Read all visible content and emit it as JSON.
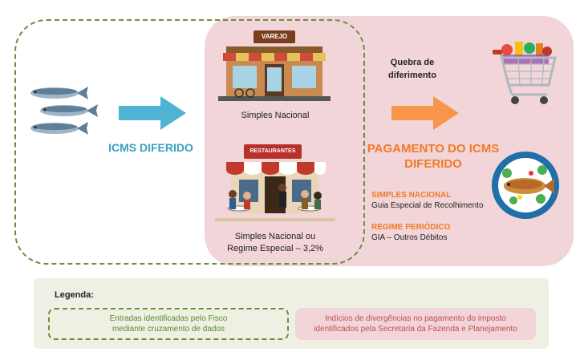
{
  "labels": {
    "icms_diferido": "ICMS DIFERIDO",
    "quebra": "Quebra de diferimento",
    "pagamento": "PAGAMENTO DO ICMS DIFERIDO"
  },
  "varejo": {
    "sign": "VAREJO",
    "caption": "Simples Nacional"
  },
  "restaurantes": {
    "sign": "RESTAURANTES",
    "caption_line1": "Simples Nacional ou",
    "caption_line2": "Regime Especial – 3,2%"
  },
  "regimes": {
    "simples_title": "SIMPLES NACIONAL",
    "simples_text": "Guia Especial de Recolhimento",
    "periodico_title": "REGIME PERIÓDICO",
    "periodico_text": "GIA – Outros Débitos"
  },
  "legend": {
    "title": "Legenda:",
    "green_line1": "Entradas identificadas pelo Fisco",
    "green_line2": "mediante cruzamento de dados",
    "pink_line1": "Indícios de divergências no pagamento do imposto",
    "pink_line2": "identificados pela Secretaria da Fazenda e Planejamento"
  },
  "colors": {
    "blue_arrow": "#4fb3d3",
    "orange_arrow": "#f7954a",
    "green_border": "#6a8f3a",
    "pink_fill": "#f2d5d8"
  },
  "icons": [
    "fish-icon",
    "store-icon",
    "restaurant-icon",
    "shopping-cart-icon",
    "fish-dish-icon"
  ]
}
